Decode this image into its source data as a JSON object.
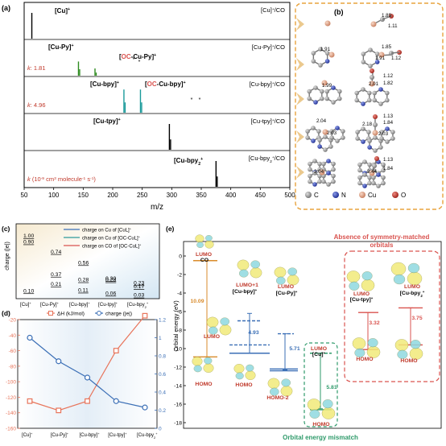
{
  "panel_a": {
    "label": "(a)",
    "rows": [
      {
        "left_label": "[Cu]",
        "left_sup": "+",
        "right_label": "[Cu]",
        "right_sup": "+",
        "right_suffix": "/CO",
        "k_label": "",
        "k_value": "",
        "color": "#000000"
      },
      {
        "left_label": "[Cu-Py]",
        "left_sup": "+",
        "right_label": "[Cu-Py]",
        "right_sup": "+",
        "right_suffix": "/CO",
        "oc_prefix": "OC",
        "oc_rest": "-Cu-Py]",
        "oc_sup": "+",
        "k_label": "k",
        "k_value": ": 1.81",
        "color": "#2e8b1f"
      },
      {
        "left_label": "[Cu-bpy]",
        "left_sup": "+",
        "right_label": "[Cu-bpy]",
        "right_sup": "+",
        "right_suffix": "/CO",
        "oc_prefix": "OC",
        "oc_rest": "-Cu-bpy]",
        "oc_sup": "+",
        "k_label": "k",
        "k_value": ": 4.96",
        "color": "#1a9a9a"
      },
      {
        "left_label": "[Cu-tpy]",
        "left_sup": "+",
        "right_label": "[Cu-tpy]",
        "right_sup": "+",
        "right_suffix": "/CO",
        "k_label": "",
        "k_value": "",
        "color": "#000000"
      },
      {
        "left_label": "[Cu-bpy",
        "left_sub": "2",
        "left_sup": "+",
        "right_label": "[Cu-bpy",
        "right_sub": "2",
        "right_sup": "+",
        "right_suffix": "/CO",
        "k_label": "k",
        "k_value": " (10",
        "k_exp": "-9",
        "k_unit": " cm",
        "k_unit_exp": "3",
        "k_tail": " molecule",
        "k_tail_exp": "-1",
        "k_tail2": " s",
        "k_tail2_exp": "-1",
        "k_close": ")",
        "color": "#000000"
      }
    ],
    "star": "*",
    "x_ticks": [
      "50",
      "100",
      "150",
      "200",
      "250",
      "300",
      "350",
      "400",
      "450",
      "500"
    ],
    "xlabel": "m/z",
    "chart_data": {
      "type": "mass-spectrum",
      "xlim": [
        50,
        500
      ],
      "xlabel": "m/z",
      "series": [
        {
          "name": "[Cu]+/CO",
          "peaks": [
            {
              "x": 63,
              "y": 1.0
            }
          ]
        },
        {
          "name": "[Cu-Py]+/CO",
          "peaks": [
            {
              "x": 142,
              "y": 0.55
            },
            {
              "x": 144,
              "y": 0.25
            },
            {
              "x": 170,
              "y": 0.28
            },
            {
              "x": 172,
              "y": 0.12
            }
          ]
        },
        {
          "name": "[Cu-bpy]+/CO",
          "peaks": [
            {
              "x": 219,
              "y": 0.9
            },
            {
              "x": 221,
              "y": 0.4
            },
            {
              "x": 247,
              "y": 0.9
            },
            {
              "x": 249,
              "y": 0.4
            }
          ]
        },
        {
          "name": "[Cu-tpy]+/CO",
          "peaks": [
            {
              "x": 296,
              "y": 1.0
            },
            {
              "x": 298,
              "y": 0.4
            }
          ]
        },
        {
          "name": "[Cu-bpy2]+/CO",
          "peaks": [
            {
              "x": 375,
              "y": 1.0
            },
            {
              "x": 377,
              "y": 0.4
            }
          ]
        }
      ]
    }
  },
  "panel_b": {
    "label": "(b)",
    "distances": [
      "1.89",
      "1.11",
      "1.91",
      "1.85",
      "1.91",
      "1.12",
      "1.99",
      "1.12",
      "2.01",
      "1.82",
      "1.13",
      "2.04",
      "2.03",
      "2.18",
      "1.84",
      "2.03",
      "1.13",
      "2.04",
      "2.44",
      "1.84"
    ],
    "legend": [
      {
        "label": "C",
        "color": "#8a8a8a"
      },
      {
        "label": "N",
        "color": "#2a3fbf"
      },
      {
        "label": "Cu",
        "color": "#e0a58a"
      },
      {
        "label": "O",
        "color": "#c0392b"
      }
    ]
  },
  "panel_c": {
    "label": "(c)",
    "ylabel": "charge (|e|)",
    "legend": [
      {
        "label": "charge on Cu of [CuL]",
        "sup": "+",
        "color": "#3b6fb6"
      },
      {
        "label": "charge on Cu of [OC-CuL]",
        "sup": "+",
        "color": "#2e9a9a"
      },
      {
        "label": "charge on CO of [OC-CuL]",
        "sup": "+",
        "color": "#d9534f"
      }
    ],
    "columns": [
      {
        "x_label": "[Cu]",
        "x_sup": "+",
        "values": [
          "1.00",
          "0.90",
          "0.10"
        ]
      },
      {
        "x_label": "[Cu-Py]",
        "x_sup": "+",
        "values": [
          "0.74",
          "0.37",
          "0.21"
        ]
      },
      {
        "x_label": "[Cu-bpy]",
        "x_sup": "+",
        "values": [
          "0.56",
          "0.28",
          "0.11"
        ]
      },
      {
        "x_label": "[Cu-tpy]",
        "x_sup": "+",
        "values": [
          "0.30",
          "0.28",
          "0.06"
        ]
      },
      {
        "x_label": "[Cu-bpy",
        "x_sub": "2",
        "x_sup": "+",
        "values": [
          "0.23",
          "0.17",
          "0.03"
        ]
      }
    ]
  },
  "panel_d": {
    "label": "(d)",
    "legend": [
      {
        "label": "ΔH (kJ/mol)",
        "color": "#e8745a"
      },
      {
        "label": "charge (|e|)",
        "color": "#3b6fb6"
      }
    ],
    "y_left_ticks": [
      "-20",
      "-40",
      "-60",
      "-80",
      "-100",
      "-120",
      "-140",
      "-160"
    ],
    "y_right_ticks": [
      "1.2",
      "1",
      "0.8",
      "0.6",
      "0.4",
      "0.2",
      "0"
    ],
    "x_labels": [
      {
        "t": "[Cu]",
        "sup": "+"
      },
      {
        "t": "[Cu-Py]",
        "sup": "+"
      },
      {
        "t": "[Cu-bpy]",
        "sup": "+"
      },
      {
        "t": "[Cu-tpy]",
        "sup": "+"
      },
      {
        "t": "[Cu-bpy",
        "sub": "2",
        "sup": "+"
      }
    ],
    "chart_data": {
      "type": "line",
      "categories": [
        "[Cu]+",
        "[Cu-Py]+",
        "[Cu-bpy]+",
        "[Cu-tpy]+",
        "[Cu-bpy2]+"
      ],
      "series": [
        {
          "name": "ΔH (kJ/mol)",
          "axis": "left",
          "values": [
            -125,
            -137,
            -125,
            -60,
            -15
          ]
        },
        {
          "name": "charge (|e|)",
          "axis": "right",
          "values": [
            1.0,
            0.74,
            0.56,
            0.3,
            0.23
          ]
        }
      ],
      "ylim_left": [
        -160,
        -20
      ],
      "ylim_right": [
        0,
        1.2
      ]
    }
  },
  "panel_e": {
    "label": "(e)",
    "ylabel": "Orbital energy (eV)",
    "y_ticks": [
      "0",
      "-2",
      "-4",
      "-6",
      "-8",
      "-10",
      "-12",
      "-14",
      "-16",
      "-18"
    ],
    "title_right_1": "Absence of symmetry-matched",
    "title_right_2": "orbitals",
    "bottom_caption": "Orbital energy mismatch",
    "labels": {
      "co_lumo": "LUMO",
      "co": "CO",
      "co_homo": "HOMO",
      "gap_co": "10.09",
      "lumo1": "LUMO+1",
      "cubpy": "[Cu-bpy]",
      "cubpy_sup": "+",
      "lumo_bpy": "LUMO",
      "homo_bpy": "HOMO",
      "gap_bpy": "4.93",
      "lumo_py": "LUMO",
      "cupy": "[Cu-Py]",
      "cupy_sup": "+",
      "homo2_py": "HOMO-2",
      "gap_py": "5.71",
      "lumo_cu": "LUMO",
      "cu": "[Cu]",
      "cu_sup": "+",
      "homo_cu": "HOMO",
      "gap_cu": "5.81",
      "lumo_tpy": "LUMO",
      "cutpy": "[Cu-tpy]",
      "cutpy_sup": "+",
      "homo_tpy": "HOMO",
      "gap_tpy": "3.32",
      "lumo_bpy2": "LUMO",
      "cubpy2": "[Cu-bpy",
      "cubpy2_sub": "2",
      "cubpy2_sup": "+",
      "homo_bpy2": "HOMO",
      "gap_bpy2": "3.75"
    }
  }
}
